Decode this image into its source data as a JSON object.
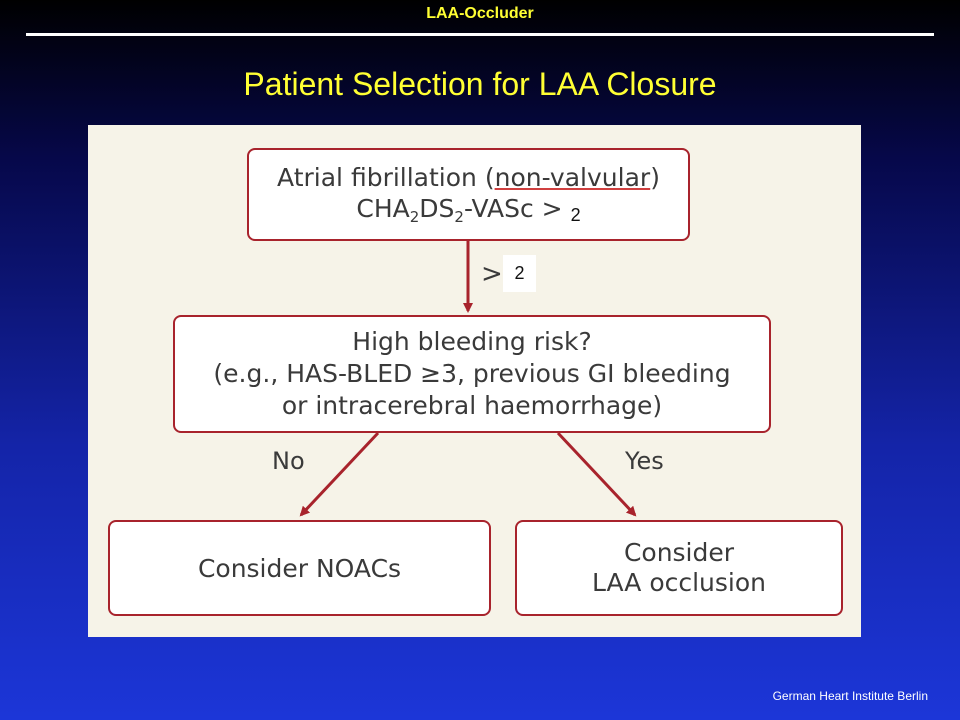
{
  "header": {
    "label": "LAA-Occluder"
  },
  "title": "Patient Selection for LAA Closure",
  "flow": {
    "box1": {
      "line1_prefix": "Atrial fibrillation (",
      "line1_underlined": "non-valvular",
      "line1_suffix": ")",
      "cha": "CHA",
      "sub1": "2",
      "ds": "DS",
      "sub2": "2",
      "vasc": "-VASc >",
      "value": "2"
    },
    "arrow1": {
      "symbol": ">",
      "value": "2"
    },
    "box2": {
      "line1": "High bleeding risk?",
      "line2": "(e.g., HAS-BLED ≥3, previous GI bleeding",
      "line3": "or intracerebral haemorrhage)"
    },
    "branch_no": "No",
    "branch_yes": "Yes",
    "box3": {
      "line1": "Consider NOACs"
    },
    "box4": {
      "line1": "Consider",
      "line2": "LAA occlusion"
    },
    "colors": {
      "border": "#a8232c",
      "arrow": "#a8232c",
      "panel": "#f6f3e8"
    }
  },
  "footer": "German Heart Institute Berlin"
}
